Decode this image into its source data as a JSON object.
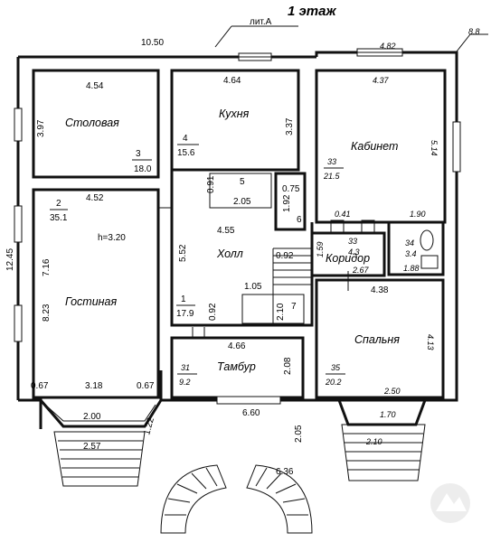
{
  "plan": {
    "title": "1 этаж",
    "building_label": "лит.А",
    "top_width": "10.50",
    "left_height": "12.45",
    "corner_mark": "8.8",
    "rooms": [
      {
        "id": "dining",
        "name": "Столовая",
        "number": "3",
        "area": "18.0",
        "w": "4.54",
        "h": "3.97"
      },
      {
        "id": "kitchen",
        "name": "Кухня",
        "number": "4",
        "area": "15.6",
        "w": "4.64",
        "h": "3.37"
      },
      {
        "id": "office",
        "name": "Кабинет",
        "number": "33",
        "area": "21.5",
        "w": "4.37",
        "h": "5.14",
        "top_w": "4.82"
      },
      {
        "id": "living",
        "name": "Гостиная",
        "number": "2",
        "area": "35.1",
        "w": "4.52",
        "h1": "7.16",
        "h2": "8.23",
        "ceiling": "h=3.20"
      },
      {
        "id": "hall",
        "name": "Холл",
        "number": "1",
        "area": "17.9",
        "w": "4.55",
        "h": "5.52"
      },
      {
        "id": "corridor",
        "name": "Коридор",
        "number": "33",
        "area": "4.3",
        "w": "2.67"
      },
      {
        "id": "vestibule",
        "name": "Тамбур",
        "number": "31",
        "area": "9.2",
        "w": "4.66",
        "h": "2.08"
      },
      {
        "id": "bedroom",
        "name": "Спальня",
        "number": "35",
        "area": "20.2",
        "w": "4.38",
        "h": "4.13"
      }
    ],
    "small_spaces": [
      {
        "number": "5",
        "w": "2.05",
        "h": "0.91"
      },
      {
        "number": "6",
        "w": "0.75",
        "h": "1.92"
      },
      {
        "number": "7",
        "w": "1.05",
        "h": "2.10"
      },
      {
        "number": "34",
        "area": "3.4",
        "w": "1.88"
      }
    ],
    "dims": {
      "hall_side": "0.92",
      "hall_low": "0.92",
      "small_a": "0.41",
      "small_b": "1.90",
      "corr_side": "1.59",
      "bay_left": "0.67",
      "bay_mid": "3.18",
      "bay_right": "0.67",
      "bay_front": "2.00",
      "bay_diag": "1.22",
      "porch_w": "2.57",
      "front_w": "6.60",
      "porch_depth": "2.05",
      "stairs_w": "6.36",
      "right_bay_front": "1.70",
      "right_bay_w": "2.10",
      "bedroom_inner": "2.50"
    }
  }
}
